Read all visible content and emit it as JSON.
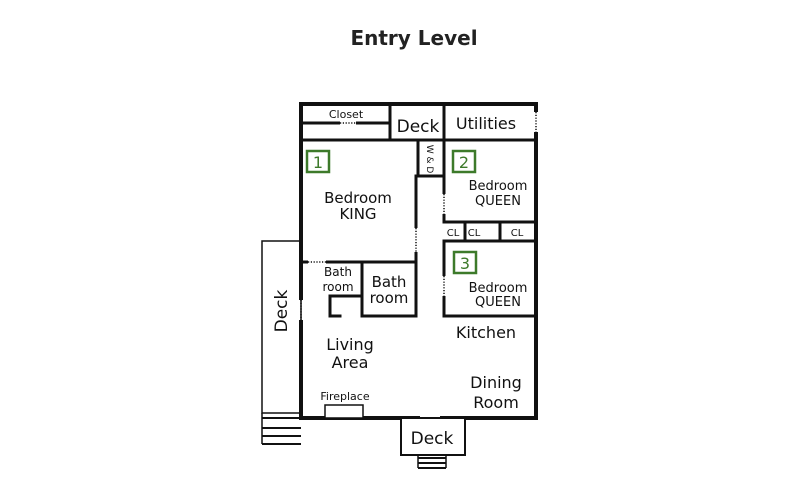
{
  "title": "Entry Level",
  "rooms": {
    "closet": "Closet",
    "deck_top": "Deck",
    "utilities": "Utilities",
    "wd": "W & D",
    "bedroom1_name": "Bedroom",
    "bedroom1_size": "KING",
    "bedroom2_name": "Bedroom",
    "bedroom2_size": "QUEEN",
    "bedroom3_name": "Bedroom",
    "bedroom3_size": "QUEEN",
    "cl_a": "CL",
    "cl_b": "CL",
    "cl_c": "CL",
    "bath1_line1": "Bath",
    "bath1_line2": "room",
    "bath2_line1": "Bath",
    "bath2_line2": "room",
    "deck_left": "Deck",
    "living_line1": "Living",
    "living_line2": "Area",
    "kitchen": "Kitchen",
    "dining_line1": "Dining",
    "dining_line2": "Room",
    "fireplace": "Fireplace",
    "deck_bottom": "Deck"
  },
  "badges": [
    "1",
    "2",
    "3"
  ],
  "colors": {
    "wall": "#111111",
    "badge": "#3d7a2a"
  }
}
